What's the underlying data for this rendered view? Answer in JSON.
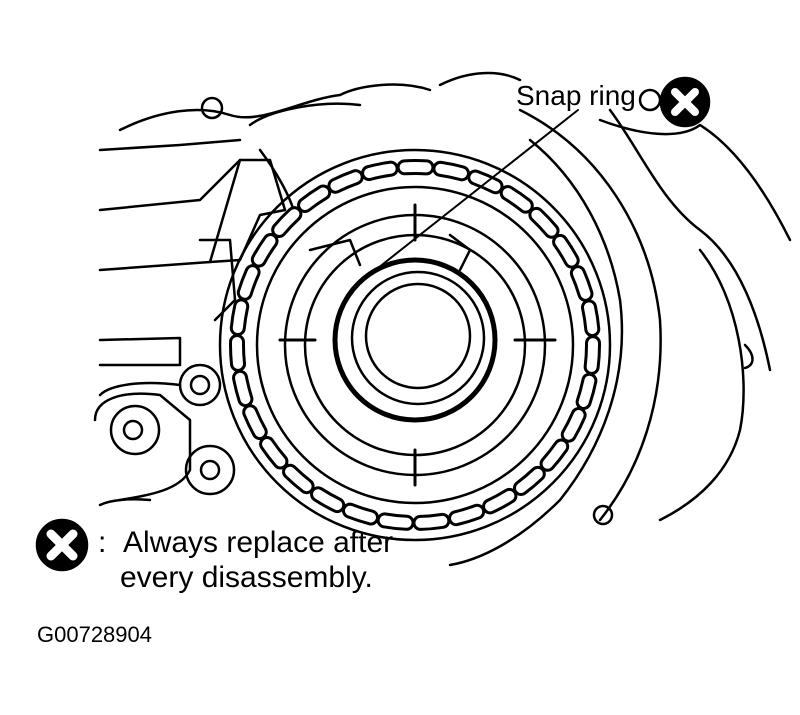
{
  "callout": {
    "label": "Snap ring",
    "icon": "replace-always-x-icon"
  },
  "legend": {
    "icon": "replace-always-x-icon",
    "separator": ":",
    "line1": "Always replace after",
    "line2": "every disassembly."
  },
  "figure_id": "G00728904",
  "colors": {
    "ink": "#000000",
    "background": "#ffffff"
  }
}
